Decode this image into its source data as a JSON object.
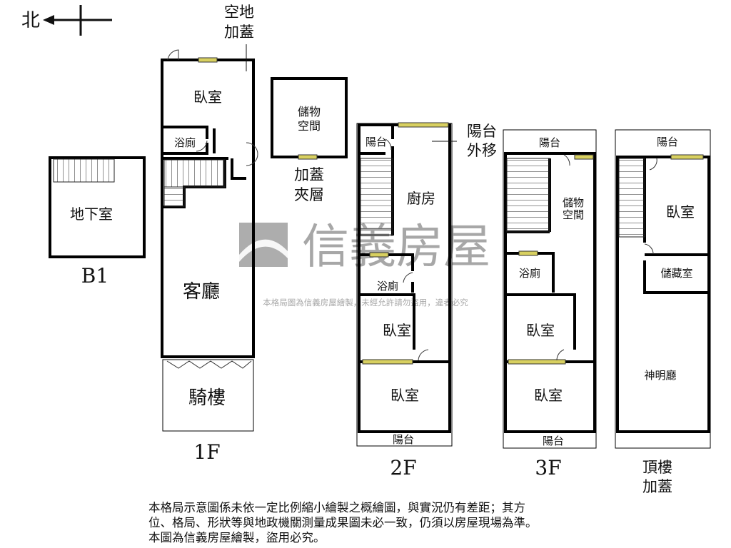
{
  "compass": {
    "north_label": "北"
  },
  "watermark": {
    "brand": "信義房屋",
    "subtext": "本格局圖為信義房屋繪製，未經允許請勿盜用，違者必究"
  },
  "floors": {
    "b1": {
      "name": "B1",
      "rooms": [
        "地下室"
      ]
    },
    "f1": {
      "name": "1F",
      "rooms": [
        "臥室",
        "浴廁",
        "客廳",
        "騎樓"
      ],
      "annotation": [
        "空地",
        "加蓋"
      ]
    },
    "mezz": {
      "rooms": [
        "儲物",
        "空間"
      ],
      "name": [
        "加蓋",
        "夾層"
      ]
    },
    "f2": {
      "name": "2F",
      "rooms": [
        "陽台",
        "廚房",
        "浴廁",
        "臥室",
        "臥室",
        "陽台"
      ],
      "annotation": [
        "陽台",
        "外移"
      ]
    },
    "f3": {
      "name": "3F",
      "rooms": [
        "陽台",
        "儲物",
        "空間",
        "浴廁",
        "臥室",
        "臥室",
        "陽台"
      ]
    },
    "roof": {
      "name": [
        "頂樓",
        "加蓋"
      ],
      "rooms": [
        "陽台",
        "臥室",
        "儲藏室",
        "神明廳"
      ]
    }
  },
  "disclaimer": [
    "本格局示意圖係未依一定比例縮小繪製之概繪圖，與實況仍有差距；其方",
    "位、格局、形狀等與地政機關測量成果圖未必一致，仍須以房屋現場為準。",
    "本圖為信義房屋繪製，盜用必究。"
  ]
}
